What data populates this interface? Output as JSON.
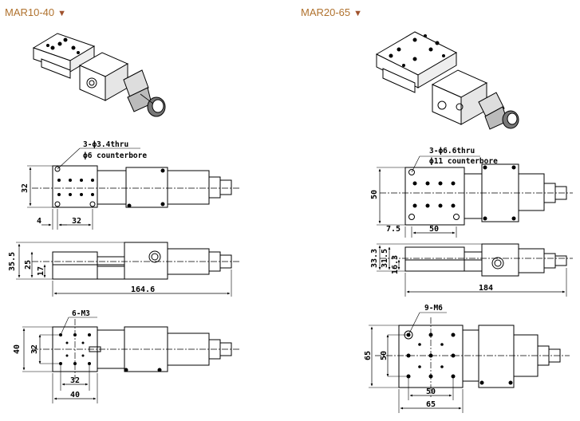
{
  "left": {
    "title": "MAR10-40",
    "top_view": {
      "callout_line1": "3-ϕ3.4thru",
      "callout_line2": "ϕ6 counterbore",
      "dim_height": "32",
      "dim_offset": "4",
      "dim_pitch": "32"
    },
    "side_view": {
      "dim_total_height": "35.5",
      "dim_table_height": "25",
      "dim_base_height": "17",
      "dim_length": "164.6"
    },
    "end_view": {
      "callout": "6-M3",
      "dim_height": "40",
      "dim_inner_height": "32",
      "dim_inner_width": "32",
      "dim_width": "40"
    }
  },
  "right": {
    "title": "MAR20-65",
    "top_view": {
      "callout_line1": "3-ϕ6.6thru",
      "callout_line2": "ϕ11 counterbore",
      "dim_height": "50",
      "dim_offset": "7.5",
      "dim_pitch": "50"
    },
    "side_view": {
      "dim_total_height": "33.3",
      "dim_table_height": "31.5",
      "dim_base_height": "16.3",
      "dim_length": "184"
    },
    "end_view": {
      "callout": "9-M6",
      "dim_height": "65",
      "dim_inner_height": "50",
      "dim_inner_width": "50",
      "dim_width": "65"
    }
  },
  "colors": {
    "title": "#b0722e",
    "triangle": "#a0522d",
    "line": "#000000"
  }
}
